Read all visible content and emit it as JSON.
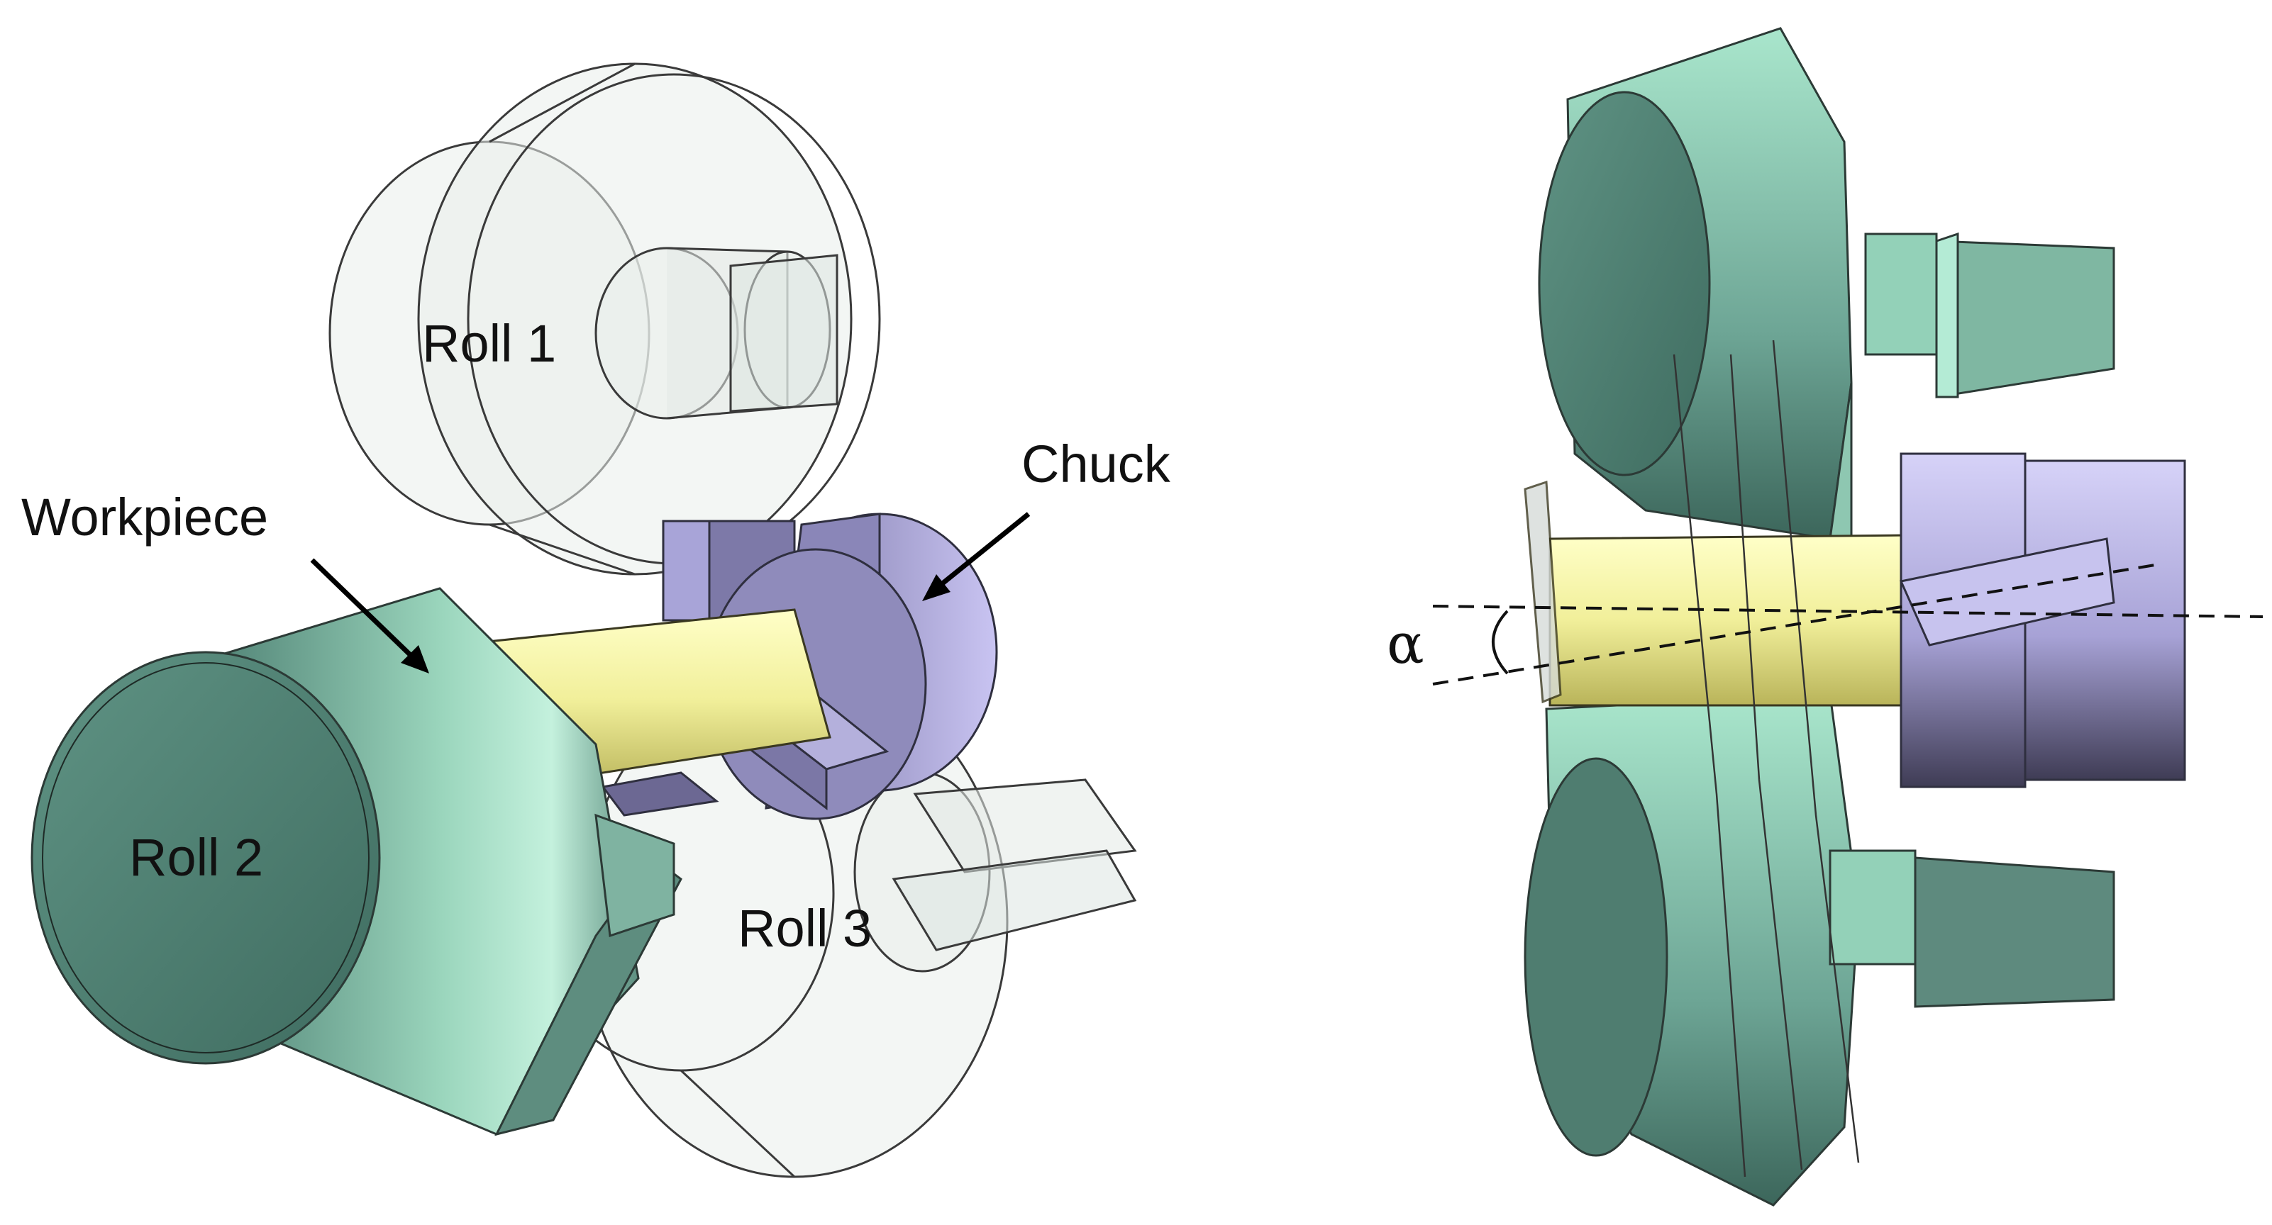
{
  "figure": {
    "labels": {
      "roll1": "Roll 1",
      "roll2": "Roll 2",
      "roll3": "Roll 3",
      "chuck": "Chuck",
      "workpiece": "Workpiece",
      "angle": "α"
    },
    "colors": {
      "roll_green": "#86c7ae",
      "roll_green_dark": "#3e6e62",
      "roll_green_light": "#c6f3e0",
      "workpiece_yellow": "#f3f29a",
      "workpiece_dark": "#c8c35c",
      "chuck_purple": "#b8b3ea",
      "chuck_dark": "#4d4a66",
      "transparent_roll": "#e7ece9",
      "outline": "#2a2a2a"
    }
  }
}
